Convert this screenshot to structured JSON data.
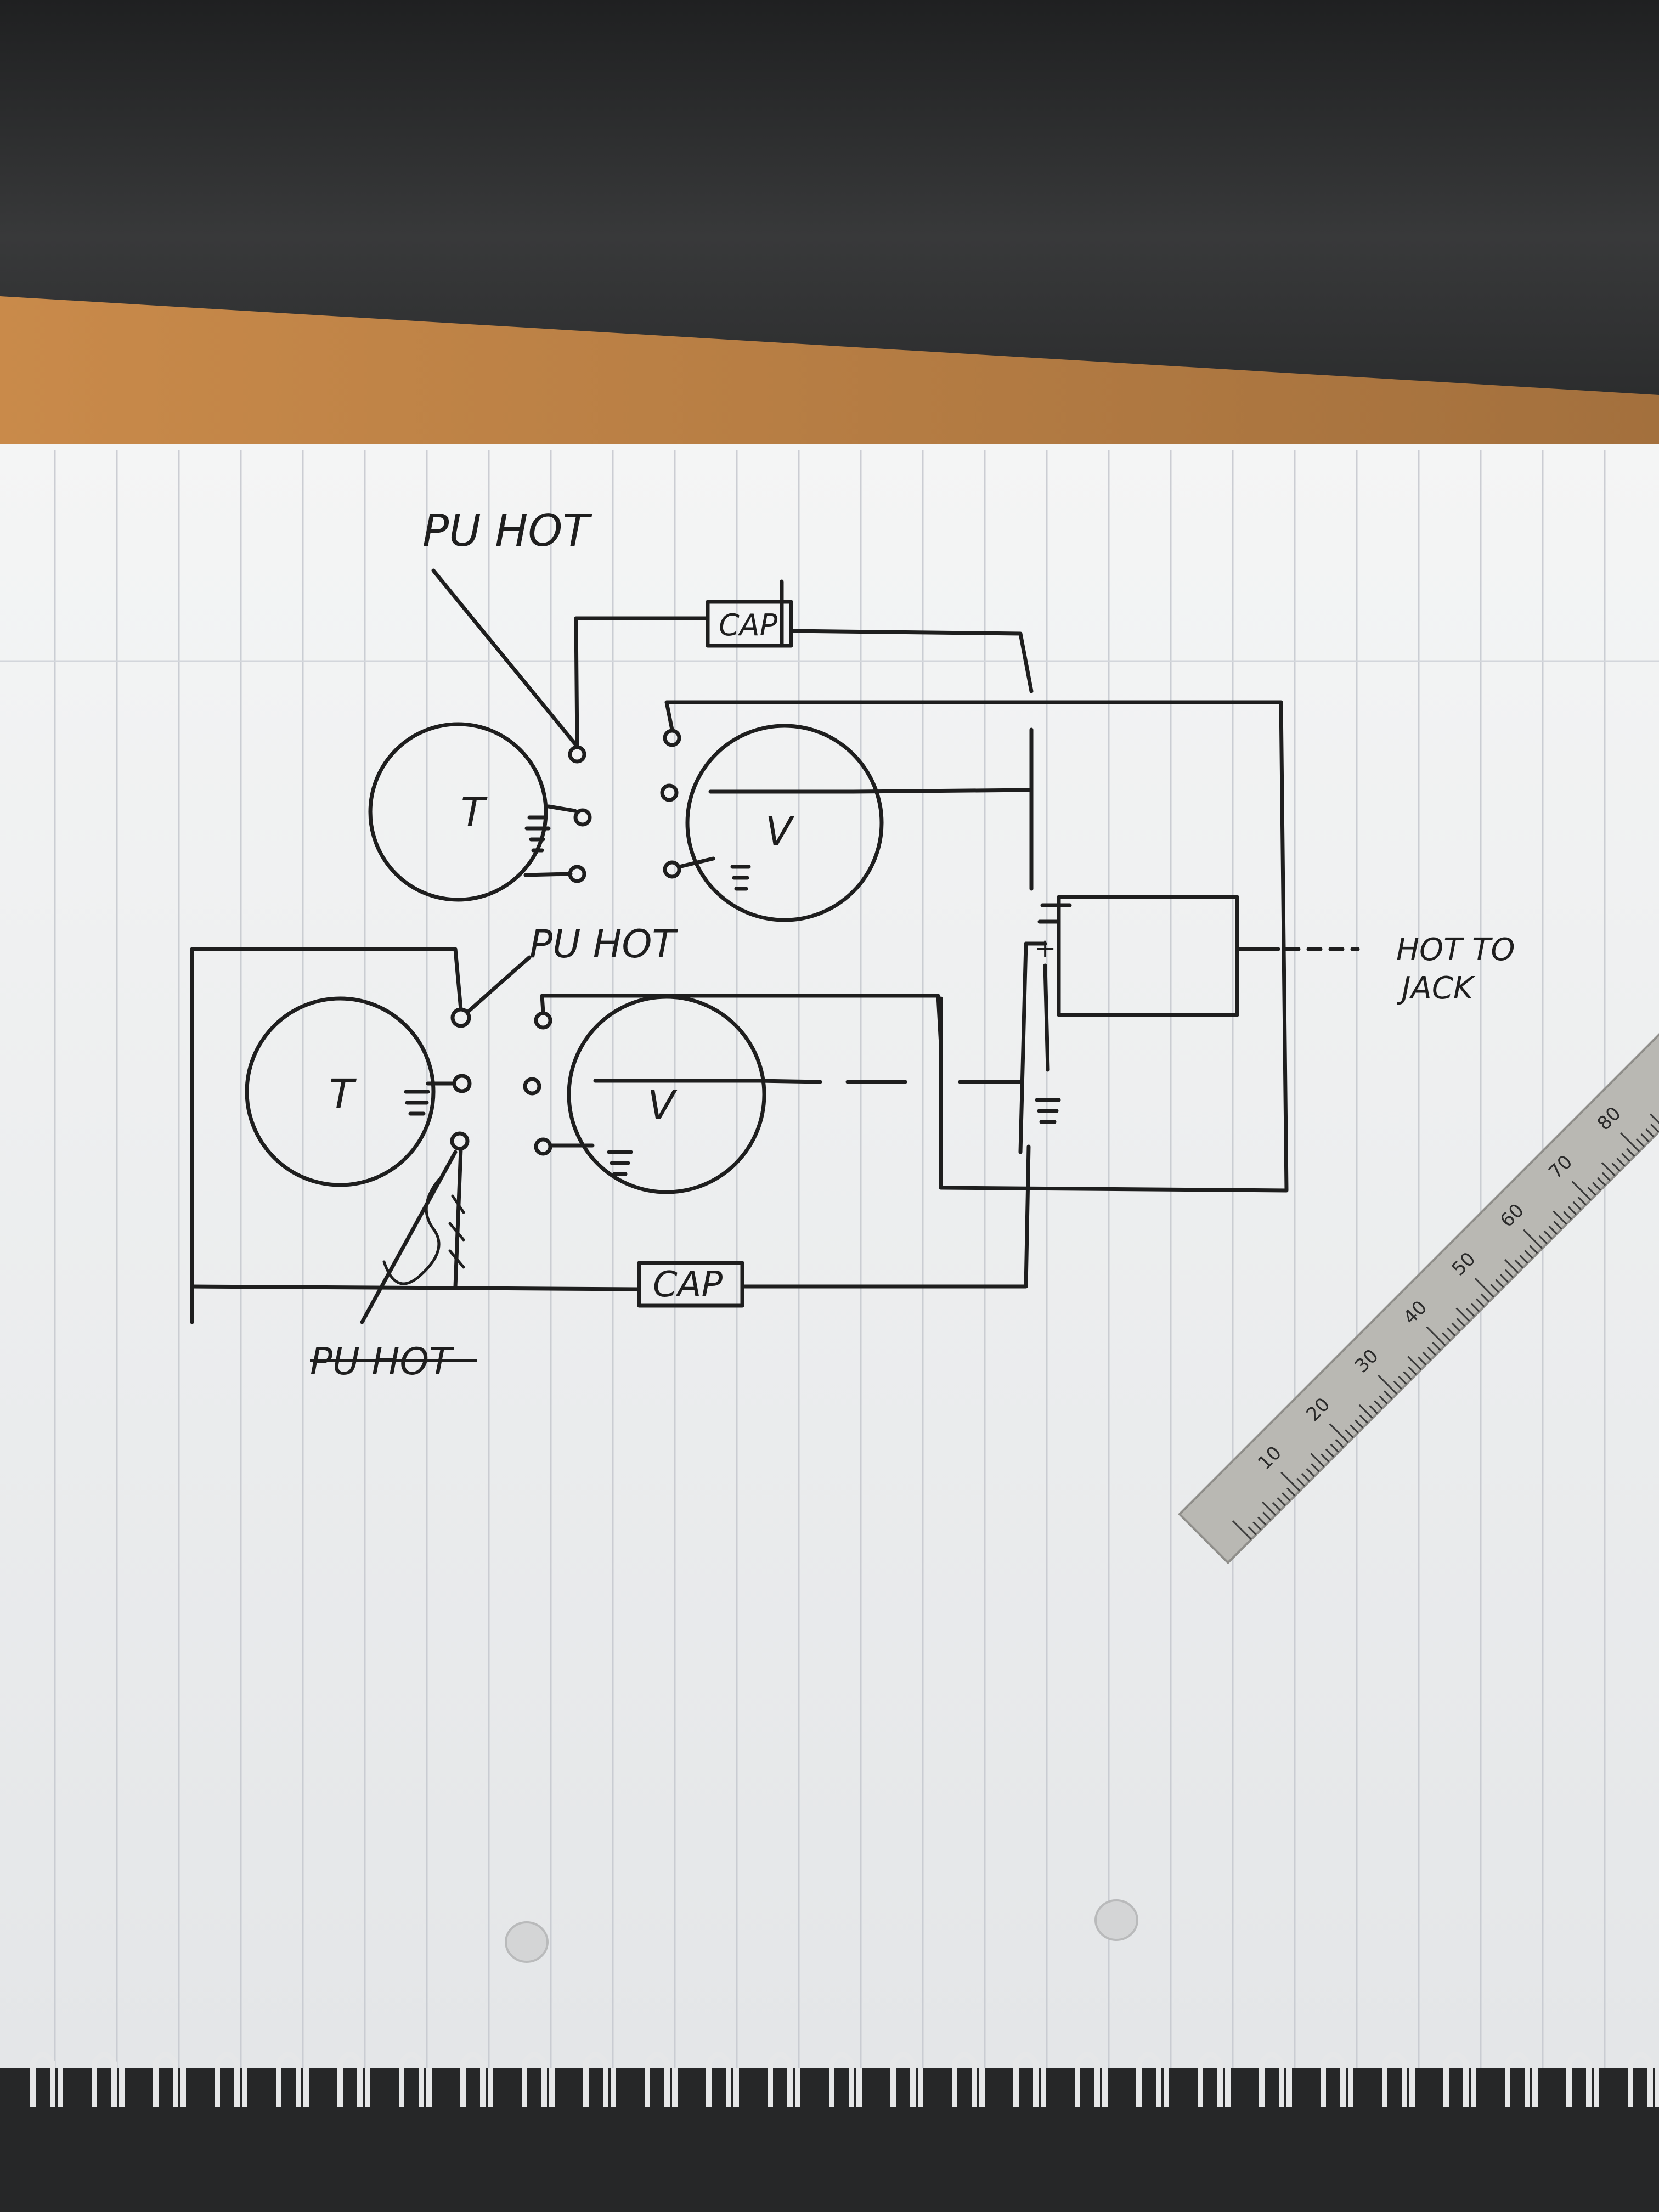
{
  "photo": {
    "background": {
      "desk": "#2b2c2d",
      "wood": "#c98a4a",
      "paper": "#f1f2f2",
      "rule_line": "#c9ccd2",
      "ink": "#1e1e1e",
      "ruler": "#b9b8b3"
    }
  },
  "sketch": {
    "label_pu_hot_top": "PU HOT",
    "label_pu_hot_mid": "PU HOT",
    "label_pu_hot_crossed": "PU HOT",
    "cap_top": "CAP",
    "cap_bottom": "CAP",
    "knob_t_top": "T",
    "knob_v_top": "V",
    "knob_t_bottom": "T",
    "knob_v_bottom": "V",
    "jack_label_line1": "HOT TO",
    "jack_label_line2": "JACK",
    "switch_plus": "+"
  },
  "ruler": {
    "ticks": [
      "10",
      "20",
      "30",
      "40",
      "50",
      "60",
      "70",
      "80"
    ]
  }
}
